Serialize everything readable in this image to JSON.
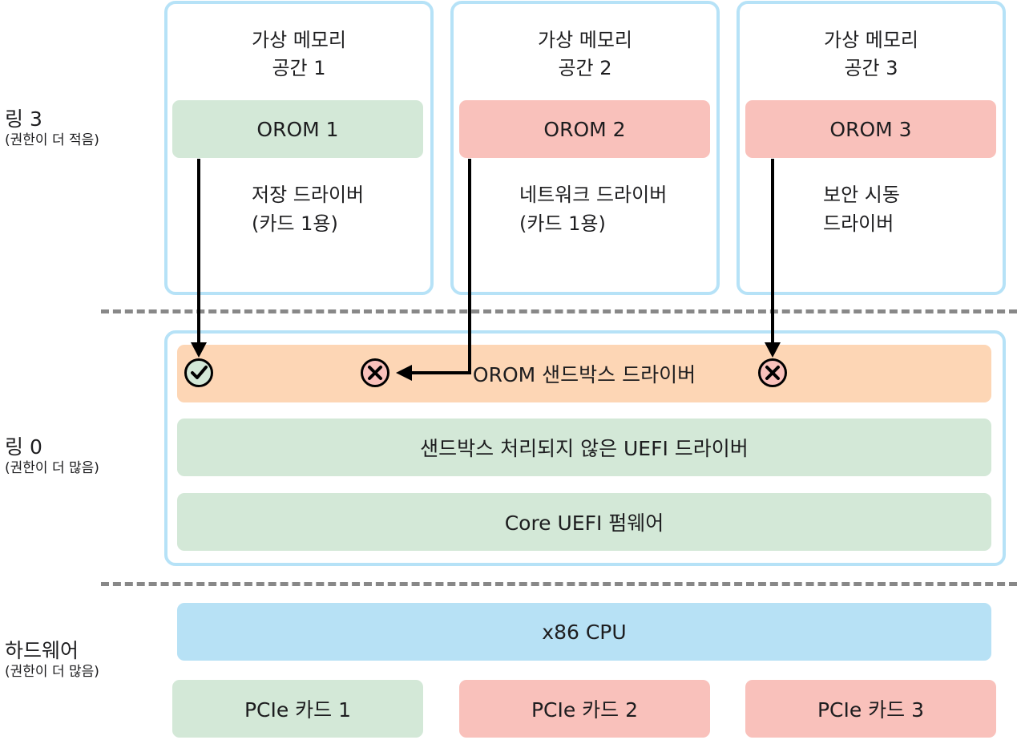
{
  "rings": {
    "ring3": {
      "name": "링 3",
      "note": "(권한이 더 적음)"
    },
    "ring0": {
      "name": "링 0",
      "note": "(권한이 더 많음)"
    },
    "hardware": {
      "name": "하드웨어",
      "note": "(권한이 더 많음)"
    }
  },
  "address_spaces": [
    {
      "title_line1": "가상 메모리",
      "title_line2": "공간 1",
      "orom": "OROM 1",
      "driver_line1": "저장 드라이버",
      "driver_line2": "(카드 1용)",
      "result": "allowed"
    },
    {
      "title_line1": "가상 메모리",
      "title_line2": "공간 2",
      "orom": "OROM 2",
      "driver_line1": "네트워크 드라이버",
      "driver_line2": "(카드 1용)",
      "result": "blocked"
    },
    {
      "title_line1": "가상 메모리",
      "title_line2": "공간 3",
      "orom": "OROM 3",
      "driver_line1": "보안 시동",
      "driver_line2": "드라이버",
      "result": "blocked"
    }
  ],
  "kernel_layers": {
    "sandbox": "OROM 샌드박스 드라이버",
    "unsandboxed": "샌드박스 처리되지 않은 UEFI 드라이버",
    "core": "Core UEFI 펌웨어"
  },
  "hardware_layers": {
    "cpu": "x86 CPU",
    "cards": [
      "PCIe 카드 1",
      "PCIe 카드 2",
      "PCIe 카드 3"
    ]
  },
  "colors": {
    "box_border": "#b6e2f7",
    "green": "#d3e8d7",
    "red": "#f9c1bb",
    "orange": "#fdd6b5",
    "blue": "#b7e1f5",
    "divider": "#888888"
  },
  "icons": {
    "allowed": "check-circle-icon",
    "blocked": "x-circle-icon"
  }
}
